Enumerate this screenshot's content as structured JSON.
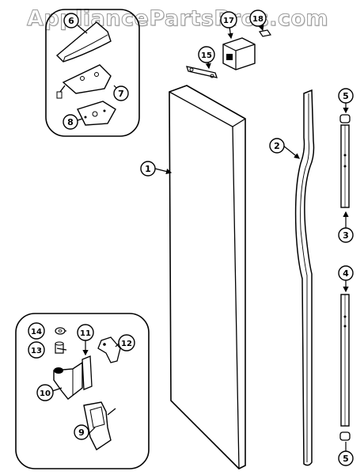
{
  "watermark": "AppliancePartsPros.com",
  "callouts": [
    {
      "id": "c1",
      "label": "1"
    },
    {
      "id": "c2",
      "label": "2"
    },
    {
      "id": "c3",
      "label": "3"
    },
    {
      "id": "c4",
      "label": "4"
    },
    {
      "id": "c5a",
      "label": "5"
    },
    {
      "id": "c5b",
      "label": "5"
    },
    {
      "id": "c6",
      "label": "6"
    },
    {
      "id": "c7",
      "label": "7"
    },
    {
      "id": "c8",
      "label": "8"
    },
    {
      "id": "c9",
      "label": "9"
    },
    {
      "id": "c10",
      "label": "10"
    },
    {
      "id": "c11",
      "label": "11"
    },
    {
      "id": "c12",
      "label": "12"
    },
    {
      "id": "c13",
      "label": "13"
    },
    {
      "id": "c14",
      "label": "14"
    },
    {
      "id": "c15",
      "label": "15"
    },
    {
      "id": "c17",
      "label": "17"
    },
    {
      "id": "c18",
      "label": "18"
    }
  ]
}
